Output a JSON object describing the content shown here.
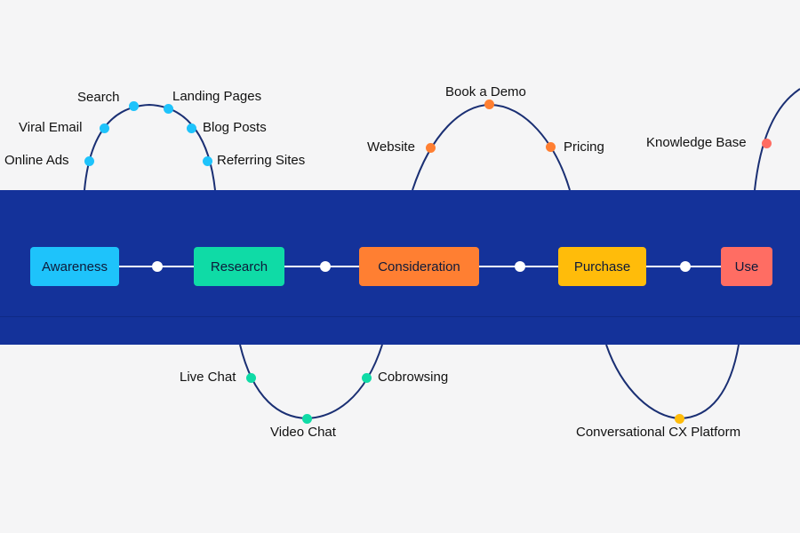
{
  "stages": [
    {
      "label": "Awareness",
      "color": "#1ec3fb"
    },
    {
      "label": "Research",
      "color": "#0fdba6"
    },
    {
      "label": "Consideration",
      "color": "#ff7f32"
    },
    {
      "label": "Purchase",
      "color": "#ffbc0a"
    },
    {
      "label": "Use",
      "color": "#ff6d63"
    }
  ],
  "touchpoints": {
    "awareness": [
      "Search",
      "Landing Pages",
      "Viral Email",
      "Blog Posts",
      "Online Ads",
      "Referring Sites"
    ],
    "research": [
      "Live Chat",
      "Cobrowsing",
      "Video Chat"
    ],
    "consideration": [
      "Book a Demo",
      "Website",
      "Pricing"
    ],
    "purchase": [
      "Conversational CX Platform"
    ],
    "use": [
      "Knowledge Base"
    ]
  },
  "colors": {
    "band": "#14329a",
    "curve": "#1a2f73",
    "background": "#f5f5f6"
  }
}
